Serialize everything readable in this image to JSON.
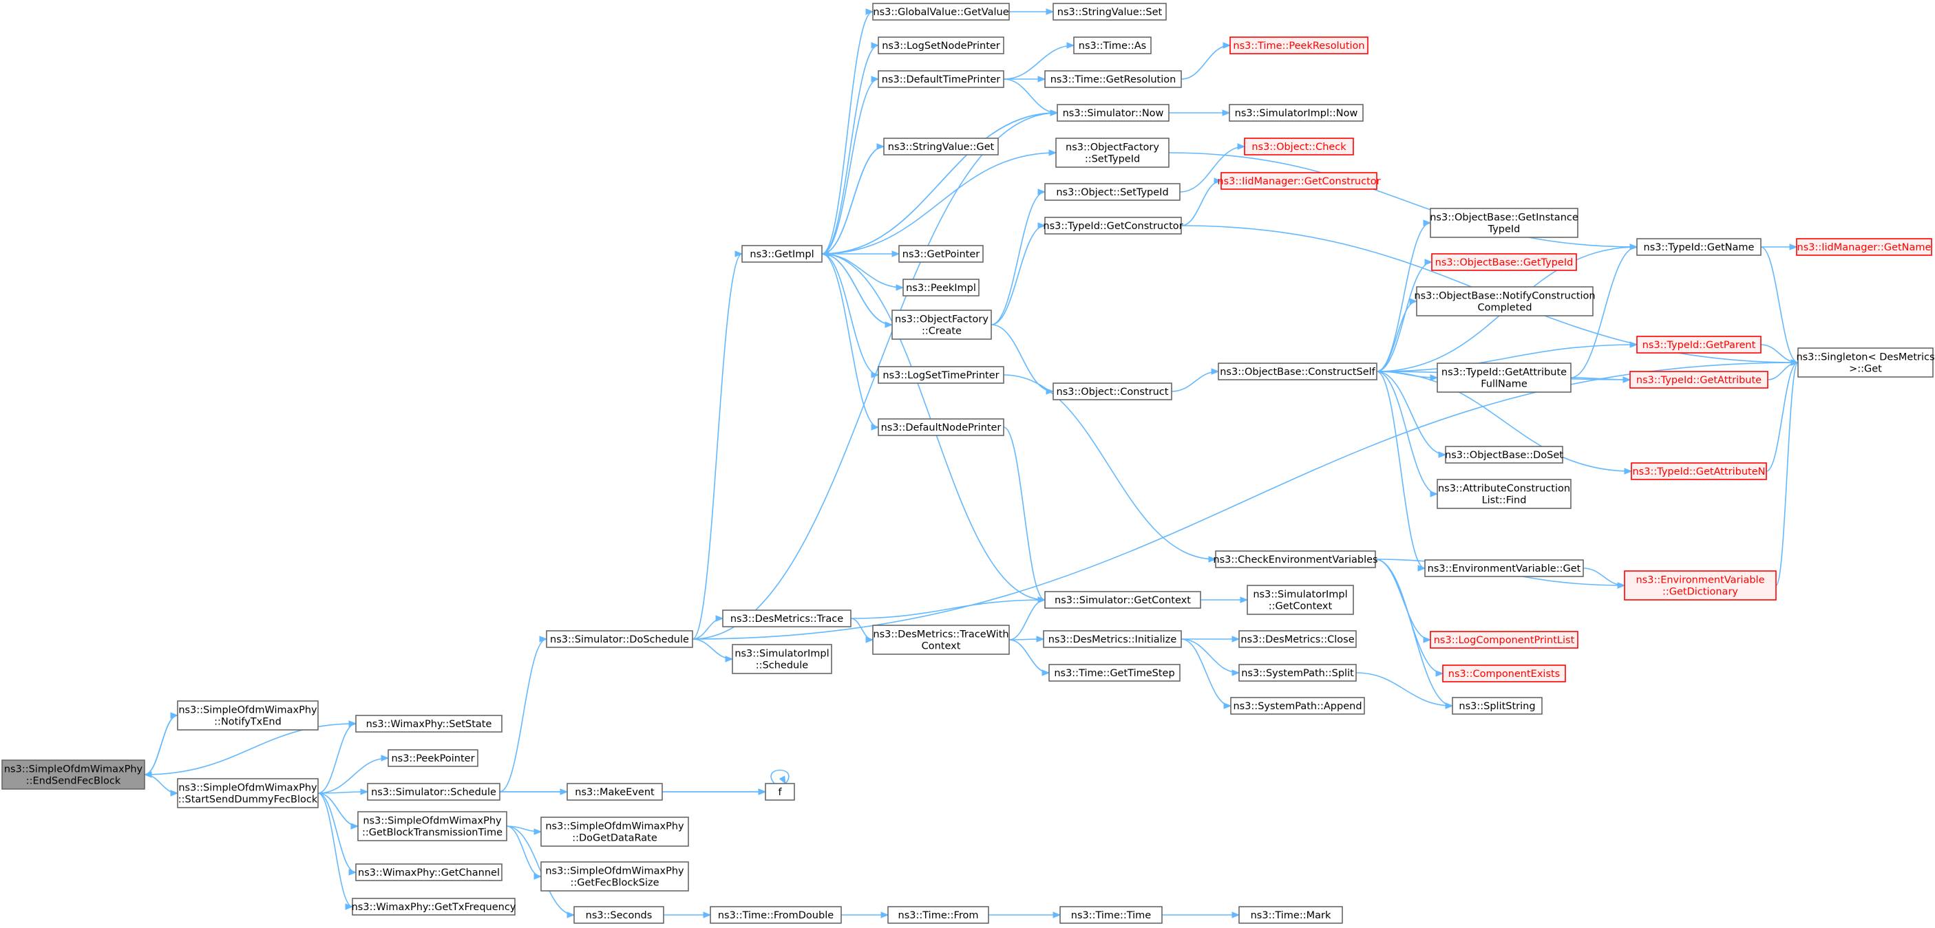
{
  "graph": {
    "colors": {
      "edge": "#63b8ff",
      "node_border": "#666666",
      "red_border": "#ff0000",
      "root_fill": "#999999"
    },
    "nodes": [
      {
        "id": "root",
        "lines": [
          "ns3::SimpleOfdmWimaxPhy",
          "::EndSendFecBlock"
        ],
        "style": "root"
      },
      {
        "id": "notifyTxEnd",
        "lines": [
          "ns3::SimpleOfdmWimaxPhy",
          "::NotifyTxEnd"
        ]
      },
      {
        "id": "setState",
        "lines": [
          "ns3::WimaxPhy::SetState"
        ]
      },
      {
        "id": "peekPointer",
        "lines": [
          "ns3::PeekPointer"
        ]
      },
      {
        "id": "startSendDummy",
        "lines": [
          "ns3::SimpleOfdmWimaxPhy",
          "::StartSendDummyFecBlock"
        ]
      },
      {
        "id": "schedule",
        "lines": [
          "ns3::Simulator::Schedule"
        ]
      },
      {
        "id": "getBlockTx",
        "lines": [
          "ns3::SimpleOfdmWimaxPhy",
          "::GetBlockTransmissionTime"
        ]
      },
      {
        "id": "getChannel",
        "lines": [
          "ns3::WimaxPhy::GetChannel"
        ]
      },
      {
        "id": "getTxFreq",
        "lines": [
          "ns3::WimaxPhy::GetTxFrequency"
        ]
      },
      {
        "id": "makeEvent",
        "lines": [
          "ns3::MakeEvent"
        ]
      },
      {
        "id": "f",
        "lines": [
          "f"
        ]
      },
      {
        "id": "doGetDataRate",
        "lines": [
          "ns3::SimpleOfdmWimaxPhy",
          "::DoGetDataRate"
        ]
      },
      {
        "id": "getFecBlockSize",
        "lines": [
          "ns3::SimpleOfdmWimaxPhy",
          "::GetFecBlockSize"
        ]
      },
      {
        "id": "seconds",
        "lines": [
          "ns3::Seconds"
        ]
      },
      {
        "id": "fromDouble",
        "lines": [
          "ns3::Time::FromDouble"
        ]
      },
      {
        "id": "timeFrom",
        "lines": [
          "ns3::Time::From"
        ]
      },
      {
        "id": "timeTime",
        "lines": [
          "ns3::Time::Time"
        ]
      },
      {
        "id": "timeMark",
        "lines": [
          "ns3::Time::Mark"
        ]
      },
      {
        "id": "doSchedule",
        "lines": [
          "ns3::Simulator::DoSchedule"
        ]
      },
      {
        "id": "desTrace",
        "lines": [
          "ns3::DesMetrics::Trace"
        ]
      },
      {
        "id": "implSchedule",
        "lines": [
          "ns3::SimulatorImpl",
          "::Schedule"
        ]
      },
      {
        "id": "traceWithContext",
        "lines": [
          "ns3::DesMetrics::TraceWith",
          "Context"
        ]
      },
      {
        "id": "getContext",
        "lines": [
          "ns3::Simulator::GetContext"
        ]
      },
      {
        "id": "implGetContext",
        "lines": [
          "ns3::SimulatorImpl",
          "::GetContext"
        ]
      },
      {
        "id": "desInit",
        "lines": [
          "ns3::DesMetrics::Initialize"
        ]
      },
      {
        "id": "getTimeStep",
        "lines": [
          "ns3::Time::GetTimeStep"
        ]
      },
      {
        "id": "desClose",
        "lines": [
          "ns3::DesMetrics::Close"
        ]
      },
      {
        "id": "spSplit",
        "lines": [
          "ns3::SystemPath::Split"
        ]
      },
      {
        "id": "spAppend",
        "lines": [
          "ns3::SystemPath::Append"
        ]
      },
      {
        "id": "splitString",
        "lines": [
          "ns3::SplitString"
        ]
      },
      {
        "id": "getImpl",
        "lines": [
          "ns3::GetImpl"
        ]
      },
      {
        "id": "gvGetValue",
        "lines": [
          "ns3::GlobalValue::GetValue"
        ]
      },
      {
        "id": "svSet",
        "lines": [
          "ns3::StringValue::Set"
        ]
      },
      {
        "id": "logSetNodePrinter",
        "lines": [
          "ns3::LogSetNodePrinter"
        ]
      },
      {
        "id": "defaultTimePrinter",
        "lines": [
          "ns3::DefaultTimePrinter"
        ]
      },
      {
        "id": "timeAs",
        "lines": [
          "ns3::Time::As"
        ]
      },
      {
        "id": "timeGetRes",
        "lines": [
          "ns3::Time::GetResolution"
        ]
      },
      {
        "id": "peekRes",
        "lines": [
          "ns3::Time::PeekResolution"
        ],
        "style": "red"
      },
      {
        "id": "simNow",
        "lines": [
          "ns3::Simulator::Now"
        ]
      },
      {
        "id": "implNow",
        "lines": [
          "ns3::SimulatorImpl::Now"
        ]
      },
      {
        "id": "svGet",
        "lines": [
          "ns3::StringValue::Get"
        ]
      },
      {
        "id": "ofSetTypeId",
        "lines": [
          "ns3::ObjectFactory",
          "::SetTypeId"
        ]
      },
      {
        "id": "getPointer",
        "lines": [
          "ns3::GetPointer"
        ]
      },
      {
        "id": "peekImpl",
        "lines": [
          "ns3::PeekImpl"
        ]
      },
      {
        "id": "ofCreate",
        "lines": [
          "ns3::ObjectFactory",
          "::Create"
        ]
      },
      {
        "id": "logSetTimePrinter",
        "lines": [
          "ns3::LogSetTimePrinter"
        ]
      },
      {
        "id": "defaultNodePrinter",
        "lines": [
          "ns3::DefaultNodePrinter"
        ]
      },
      {
        "id": "objCheck",
        "lines": [
          "ns3::Object::Check"
        ],
        "style": "red"
      },
      {
        "id": "objSetTypeId",
        "lines": [
          "ns3::Object::SetTypeId"
        ]
      },
      {
        "id": "iidGetCtor",
        "lines": [
          "ns3::IidManager::GetConstructor"
        ],
        "style": "red"
      },
      {
        "id": "tidGetCtor",
        "lines": [
          "ns3::TypeId::GetConstructor"
        ]
      },
      {
        "id": "objConstruct",
        "lines": [
          "ns3::Object::Construct"
        ]
      },
      {
        "id": "constructSelf",
        "lines": [
          "ns3::ObjectBase::ConstructSelf"
        ]
      },
      {
        "id": "checkEnv",
        "lines": [
          "ns3::CheckEnvironmentVariables"
        ]
      },
      {
        "id": "obGetInstanceTid",
        "lines": [
          "ns3::ObjectBase::GetInstance",
          "TypeId"
        ]
      },
      {
        "id": "obGetTid",
        "lines": [
          "ns3::ObjectBase::GetTypeId"
        ],
        "style": "red"
      },
      {
        "id": "obNotify",
        "lines": [
          "ns3::ObjectBase::NotifyConstruction",
          "Completed"
        ]
      },
      {
        "id": "tidAttrFullName",
        "lines": [
          "ns3::TypeId::GetAttribute",
          "FullName"
        ]
      },
      {
        "id": "obDoSet",
        "lines": [
          "ns3::ObjectBase::DoSet"
        ]
      },
      {
        "id": "attrConstrFind",
        "lines": [
          "ns3::AttributeConstruction",
          "List::Find"
        ]
      },
      {
        "id": "envGet",
        "lines": [
          "ns3::EnvironmentVariable::Get"
        ]
      },
      {
        "id": "logCompPrint",
        "lines": [
          "ns3::LogComponentPrintList"
        ],
        "style": "red"
      },
      {
        "id": "compExists",
        "lines": [
          "ns3::ComponentExists"
        ],
        "style": "red"
      },
      {
        "id": "tidGetName",
        "lines": [
          "ns3::TypeId::GetName"
        ]
      },
      {
        "id": "iidGetName",
        "lines": [
          "ns3::IidManager::GetName"
        ],
        "style": "red"
      },
      {
        "id": "tidGetParent",
        "lines": [
          "ns3::TypeId::GetParent"
        ],
        "style": "red"
      },
      {
        "id": "tidGetAttr",
        "lines": [
          "ns3::TypeId::GetAttribute"
        ],
        "style": "red"
      },
      {
        "id": "tidGetAttrN",
        "lines": [
          "ns3::TypeId::GetAttributeN"
        ],
        "style": "red"
      },
      {
        "id": "envGetDict",
        "lines": [
          "ns3::EnvironmentVariable",
          "::GetDictionary"
        ],
        "style": "red"
      },
      {
        "id": "singletonGet",
        "lines": [
          "ns3::Singleton< DesMetrics",
          "  >::Get"
        ]
      }
    ]
  }
}
